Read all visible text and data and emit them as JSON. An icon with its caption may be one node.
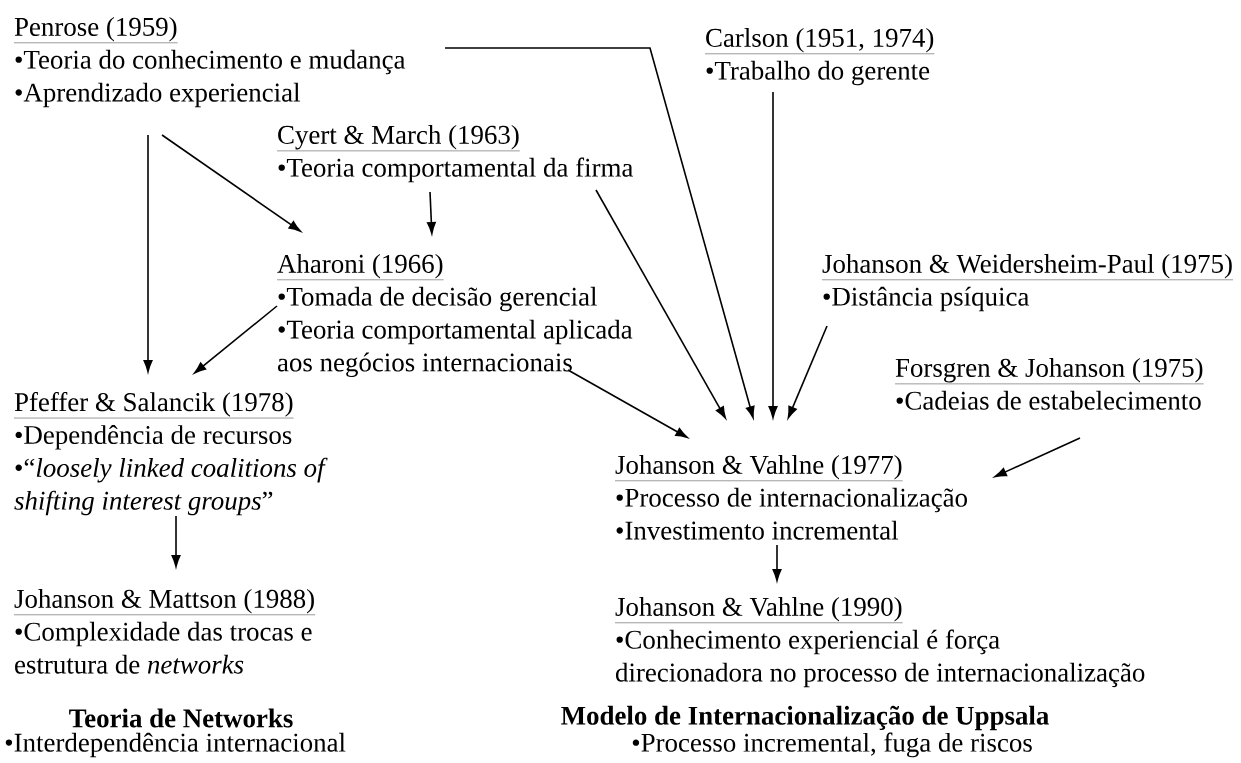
{
  "diagram": {
    "nodes": [
      {
        "text": [
          "Penrose (1959)",
          "•Teoria do conhecimento e mudança",
          "•Aprendizado experiencial"
        ]
      },
      {
        "text": [
          "Carlson (1951, 1974)",
          "•Trabalho do gerente"
        ]
      },
      {
        "text": [
          "Cyert & March (1963)",
          "•Teoria comportamental da firma"
        ]
      },
      {
        "text": [
          "Aharoni (1966)",
          "•Tomada de decisão gerencial",
          "•Teoria comportamental aplicada aos negócios internacionais"
        ]
      },
      {
        "text": [
          "Johanson & Weidersheim-Paul (1975)",
          "•Distância psíquica"
        ]
      },
      {
        "text": [
          "Forsgren & Johanson (1975)",
          "•Cadeias de estabelecimento"
        ]
      },
      {
        "text": [
          "Pfeffer & Salancik (1978)",
          "•Dependência de recursos",
          "•“*loosely linked coalitions of shifting interest groups*”"
        ]
      },
      {
        "text": [
          "Johanson & Vahlne (1977)",
          "•Processo de internacionalização",
          "•Investimento incremental"
        ]
      },
      {
        "text": [
          "Johanson & Mattson (1988)",
          "•Complexidade das trocas e estrutura de *networks*"
        ]
      },
      {
        "text": [
          "Johanson & Vahlne (1990)",
          "•Conhecimento experiencial é força direcionadora no processo de internacionalização"
        ]
      }
    ],
    "edges": [
      {
        "from": 0,
        "to": 6,
        "arrow": "to"
      },
      {
        "from": 0,
        "to": 3,
        "arrow": "to"
      },
      {
        "from": 0,
        "to": 7,
        "arrow": "to"
      },
      {
        "from": 2,
        "to": 3,
        "arrow": "to"
      },
      {
        "from": 2,
        "to": 7,
        "arrow": "to"
      },
      {
        "from": 1,
        "to": 7,
        "arrow": "to"
      },
      {
        "from": 4,
        "to": 7,
        "arrow": "to"
      },
      {
        "from": 3,
        "to": 6,
        "arrow": "to"
      },
      {
        "from": 3,
        "to": 7,
        "arrow": "to"
      },
      {
        "from": 5,
        "to": 7,
        "arrow": "to"
      },
      {
        "from": 6,
        "to": 8,
        "arrow": "to"
      },
      {
        "from": 7,
        "to": 9,
        "arrow": "to"
      }
    ],
    "labels": [
      "Teoria de Networks",
      "•Interdependência internacional",
      "Modelo de Internacionalização de Uppsala",
      "•Processo incremental, fuga de riscos"
    ]
  }
}
